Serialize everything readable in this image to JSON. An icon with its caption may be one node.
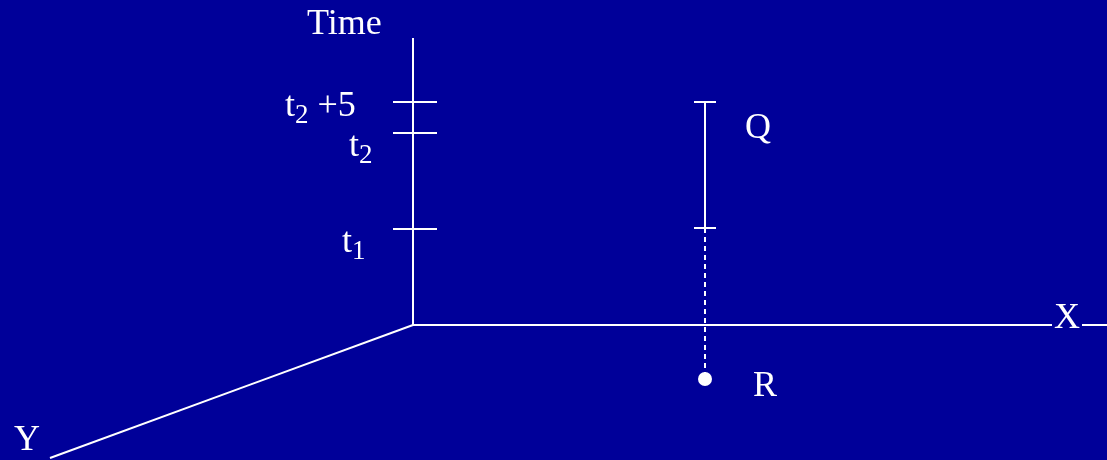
{
  "diagram": {
    "nodes": [
      {
        "text": [],
        "shape": "bar",
        "beside": [
          "Q"
        ]
      },
      {
        "text": [],
        "shape": "circle",
        "beside": [
          "R"
        ]
      }
    ],
    "edges": [
      {
        "from": 0,
        "to": 1,
        "arrow": "none",
        "style": "dashed"
      }
    ],
    "labels": [
      "Time",
      "t$_{2}$ +5",
      "t$_{2}$",
      "t$_{1}$",
      "X",
      "Y"
    ]
  }
}
